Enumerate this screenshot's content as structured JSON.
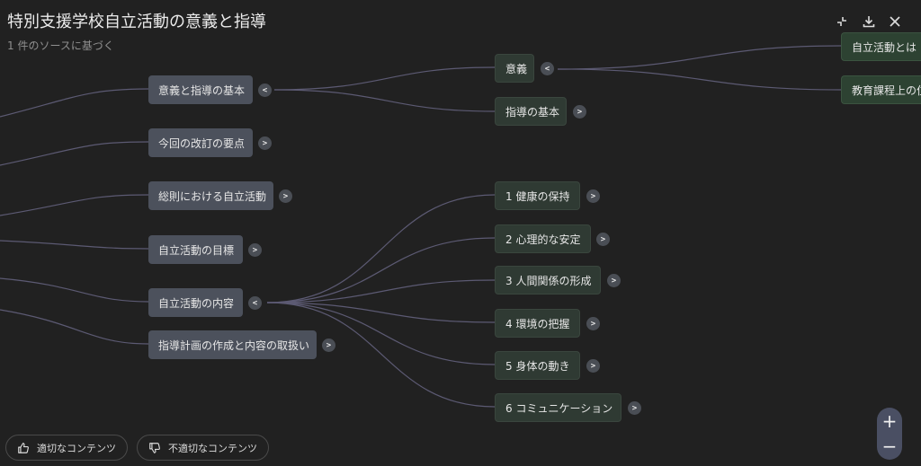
{
  "header": {
    "title": "特別支援学校自立活動の意義と指導",
    "subtitle": "1 件のソースに基づく"
  },
  "toolbar": {
    "collapse_icon": "collapse-arrows-icon",
    "download_icon": "download-icon",
    "close_icon": "close-icon"
  },
  "mindmap": {
    "level1": [
      {
        "label": "意義と指導の基本",
        "toggle": "<"
      },
      {
        "label": "今回の改訂の要点",
        "toggle": ">"
      },
      {
        "label": "総則における自立活動",
        "toggle": ">"
      },
      {
        "label": "自立活動の目標",
        "toggle": ">"
      },
      {
        "label": "自立活動の内容",
        "toggle": "<"
      },
      {
        "label": "指導計画の作成と内容の取扱い",
        "toggle": ">"
      }
    ],
    "level2_basics": [
      {
        "label": "意義",
        "toggle": "<"
      },
      {
        "label": "指導の基本",
        "toggle": ">"
      }
    ],
    "level2_contents": [
      {
        "label": "1 健康の保持",
        "toggle": ">"
      },
      {
        "label": "2 心理的な安定",
        "toggle": ">"
      },
      {
        "label": "3 人間関係の形成",
        "toggle": ">"
      },
      {
        "label": "4 環境の把握",
        "toggle": ">"
      },
      {
        "label": "5 身体の動き",
        "toggle": ">"
      },
      {
        "label": "6 コミュニケーション",
        "toggle": ">"
      }
    ],
    "level3": [
      {
        "label": "自立活動とは"
      },
      {
        "label": "教育課程上の位"
      }
    ]
  },
  "feedback": {
    "good_label": "適切なコンテンツ",
    "bad_label": "不適切なコンテンツ"
  },
  "zoom": {
    "in_label": "+",
    "out_label": "−"
  },
  "colors": {
    "background": "#212121",
    "node_level1": "#4c515c",
    "node_level2": "#2f3a33",
    "node_level3": "#2d4232",
    "link": "#5c5a73",
    "zoom_control": "#4a4f63"
  }
}
